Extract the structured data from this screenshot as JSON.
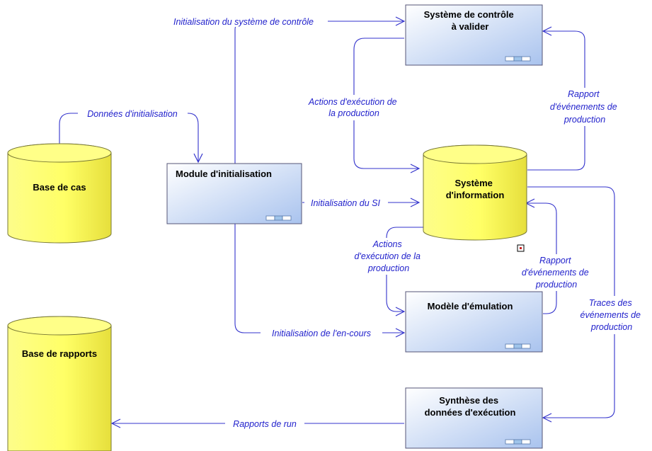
{
  "colors": {
    "process_fill_top": "#ffffff",
    "process_fill_bottom": "#a9c3ee",
    "database_fill": "#ffff7a",
    "database_fill_dark": "#e8e040",
    "edge": "#3333cc",
    "edge_label": "#2222cc"
  },
  "nodes": {
    "base_de_cas": {
      "lines": [
        "Base de cas"
      ]
    },
    "module_init": {
      "lines": [
        "Module d'initialisation"
      ]
    },
    "systeme_controle": {
      "lines": [
        "Système de contrôle",
        "à valider"
      ]
    },
    "systeme_information": {
      "lines": [
        "Système",
        "d'information"
      ]
    },
    "modele_emulation": {
      "lines": [
        "Modèle d'émulation"
      ]
    },
    "base_rapports": {
      "lines": [
        "Base de rapports"
      ]
    },
    "synthese": {
      "lines": [
        "Synthèse des",
        "données d'exécution"
      ]
    }
  },
  "edges": {
    "donnees_init": {
      "lines": [
        "Données d'initialisation"
      ]
    },
    "init_systeme_controle": {
      "lines": [
        "Initialisation du système de contrôle"
      ]
    },
    "actions_execution_top": {
      "lines": [
        "Actions d'exécution de",
        "la production"
      ]
    },
    "rapport_evenements_top": {
      "lines": [
        "Rapport",
        "d'événements de",
        "production"
      ]
    },
    "init_si": {
      "lines": [
        "Initialisation du SI"
      ]
    },
    "actions_execution_bottom": {
      "lines": [
        "Actions",
        "d'exécution de la",
        "production"
      ]
    },
    "rapport_evenements_bottom": {
      "lines": [
        "Rapport",
        "d'événements de",
        "production"
      ]
    },
    "traces_evenements": {
      "lines": [
        "Traces des",
        "événements de",
        "production"
      ]
    },
    "init_en_cours": {
      "lines": [
        "Initialisation de l'en-cours"
      ]
    },
    "rapports_run": {
      "lines": [
        "Rapports de run"
      ]
    }
  }
}
